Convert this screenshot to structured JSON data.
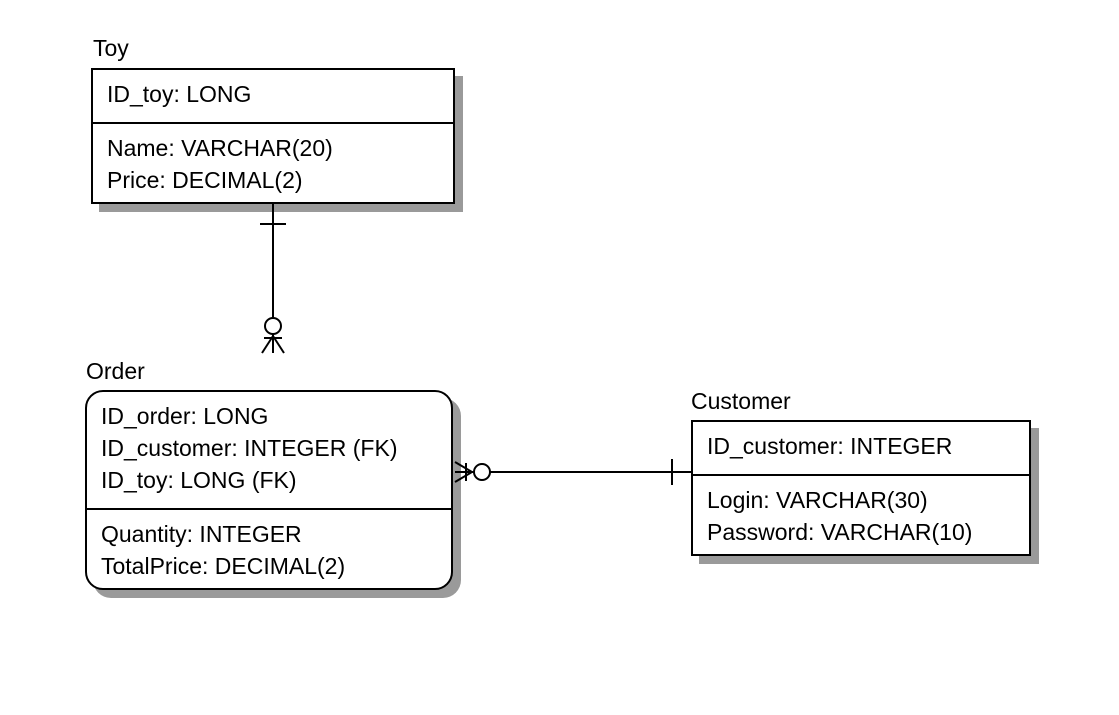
{
  "entities": {
    "toy": {
      "title": "Toy",
      "keys": [
        "ID_toy: LONG"
      ],
      "attributes": [
        "Name: VARCHAR(20)",
        "Price: DECIMAL(2)"
      ]
    },
    "order": {
      "title": "Order",
      "keys": [
        "ID_order: LONG",
        "ID_customer: INTEGER (FK)",
        "ID_toy: LONG (FK)"
      ],
      "attributes": [
        "Quantity: INTEGER",
        "TotalPrice: DECIMAL(2)"
      ]
    },
    "customer": {
      "title": "Customer",
      "keys": [
        "ID_customer: INTEGER"
      ],
      "attributes": [
        "Login: VARCHAR(30)",
        "Password: VARCHAR(10)"
      ]
    }
  },
  "relationships": [
    {
      "from": "Toy",
      "to": "Order",
      "from_cardinality": "one",
      "to_cardinality": "zero-or-many"
    },
    {
      "from": "Customer",
      "to": "Order",
      "from_cardinality": "one",
      "to_cardinality": "zero-or-many"
    }
  ],
  "colors": {
    "line": "#000000",
    "shadow": "#9a9a9a",
    "background": "#ffffff"
  }
}
